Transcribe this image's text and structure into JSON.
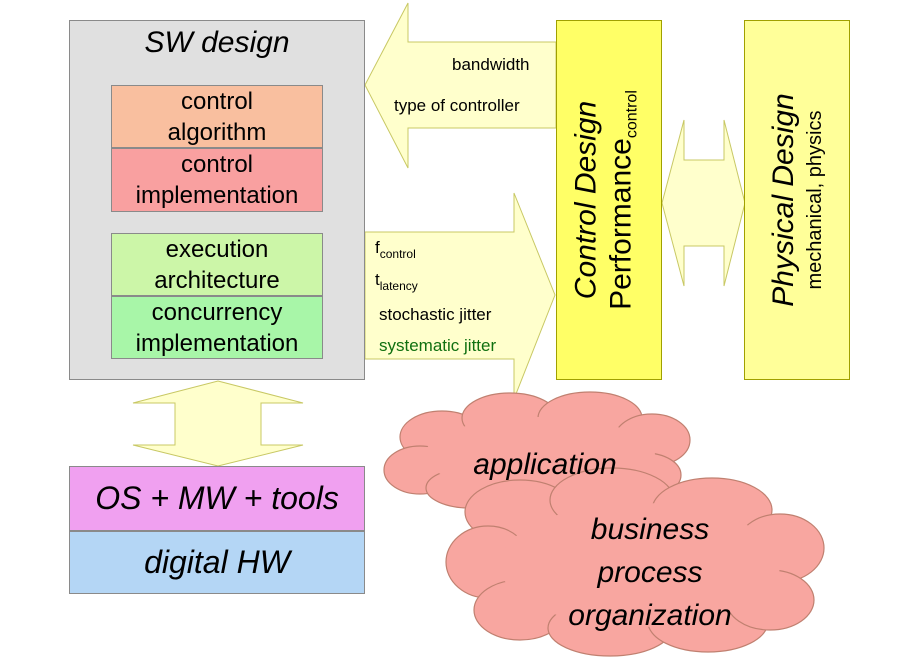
{
  "sw_design": {
    "title": "SW design",
    "boxes": [
      {
        "line1": "control",
        "line2": "algorithm"
      },
      {
        "line1": "control",
        "line2": "implementation"
      },
      {
        "line1": "execution",
        "line2": "architecture"
      },
      {
        "line1": "concurrency",
        "line2": "implementation"
      }
    ]
  },
  "platform": {
    "os_label": "OS + MW + tools",
    "hw_label": "digital HW"
  },
  "top_arrow": {
    "labels": [
      "bandwidth",
      "type of controller"
    ]
  },
  "bottom_arrow": {
    "f_main": "f",
    "f_sub": "control",
    "t_main": "t",
    "t_sub": "latency",
    "jitter1": "stochastic jitter",
    "jitter2": "systematic jitter"
  },
  "control_design": {
    "title": "Control Design",
    "sub_main": "Performance",
    "sub_sub": "control"
  },
  "physical_design": {
    "title": "Physical Design",
    "subtitle": "mechanical, physics"
  },
  "clouds": {
    "application": "application",
    "business": [
      "business",
      "process",
      "organization"
    ]
  },
  "colors": {
    "sw_frame": "#e0e0e0",
    "control_algorithm": "#f9bf9f",
    "control_implementation": "#f9a0a0",
    "execution_architecture": "#ccf6a8",
    "concurrency_implementation": "#a8f6a8",
    "os_mw_tools": "#f0a0f0",
    "digital_hw": "#b4d6f5",
    "control_design": "#ffff66",
    "physical_design": "#ffff99",
    "arrow_fill": "#ffffcc",
    "cloud_fill": "#f8a6a0",
    "systematic_jitter": "#107010"
  }
}
